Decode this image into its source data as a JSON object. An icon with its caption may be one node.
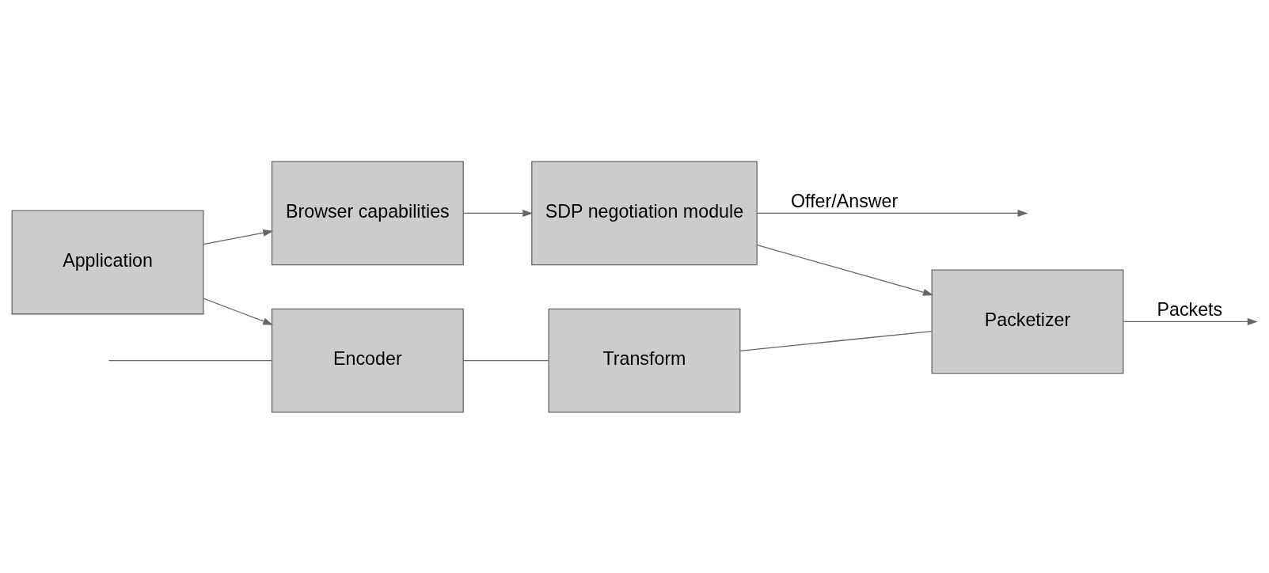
{
  "diagram": {
    "nodes": [
      {
        "text": [
          "Browser capabilities"
        ]
      },
      {
        "text": [
          "SDP negotiation module"
        ]
      },
      {
        "text": [
          "Application"
        ]
      },
      {
        "text": [
          "Encoder"
        ]
      },
      {
        "text": [
          "Transform"
        ]
      },
      {
        "text": [
          "Packetizer"
        ]
      }
    ],
    "edges": [
      {
        "from": 0,
        "to": 1,
        "arrow": "to"
      },
      {
        "from": 1,
        "to": null,
        "arrow": "to",
        "label": "Offer/Answer"
      },
      {
        "from": 2,
        "to": 0,
        "arrow": "to"
      },
      {
        "from": 1,
        "to": 5,
        "arrow": "to"
      },
      {
        "from": 2,
        "to": 3,
        "arrow": "to"
      },
      {
        "from": null,
        "to": 3,
        "arrow": "none"
      },
      {
        "from": 3,
        "to": 4,
        "arrow": "none"
      },
      {
        "from": 4,
        "to": 5,
        "arrow": "none"
      },
      {
        "from": 5,
        "to": null,
        "arrow": "to",
        "label": "Packets"
      }
    ]
  }
}
